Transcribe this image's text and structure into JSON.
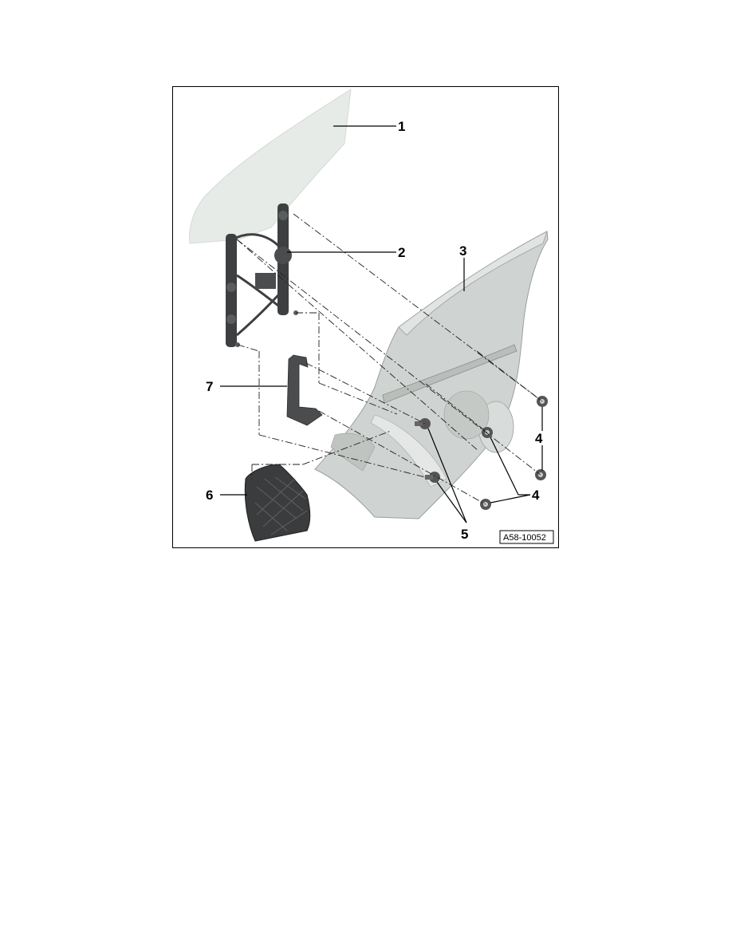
{
  "figure": {
    "reference_code": "A58-10052",
    "callouts": [
      {
        "id": "1",
        "label": "1"
      },
      {
        "id": "2",
        "label": "2"
      },
      {
        "id": "3",
        "label": "3"
      },
      {
        "id": "4a",
        "label": "4"
      },
      {
        "id": "4b",
        "label": "4"
      },
      {
        "id": "5",
        "label": "5"
      },
      {
        "id": "6",
        "label": "6"
      },
      {
        "id": "7",
        "label": "7"
      }
    ]
  },
  "colors": {
    "frame": "#000000",
    "glass": "#e6ebe8",
    "door_panel": "#cfd3d1",
    "regulator": "#3d3f40",
    "fastener": "#555555"
  }
}
